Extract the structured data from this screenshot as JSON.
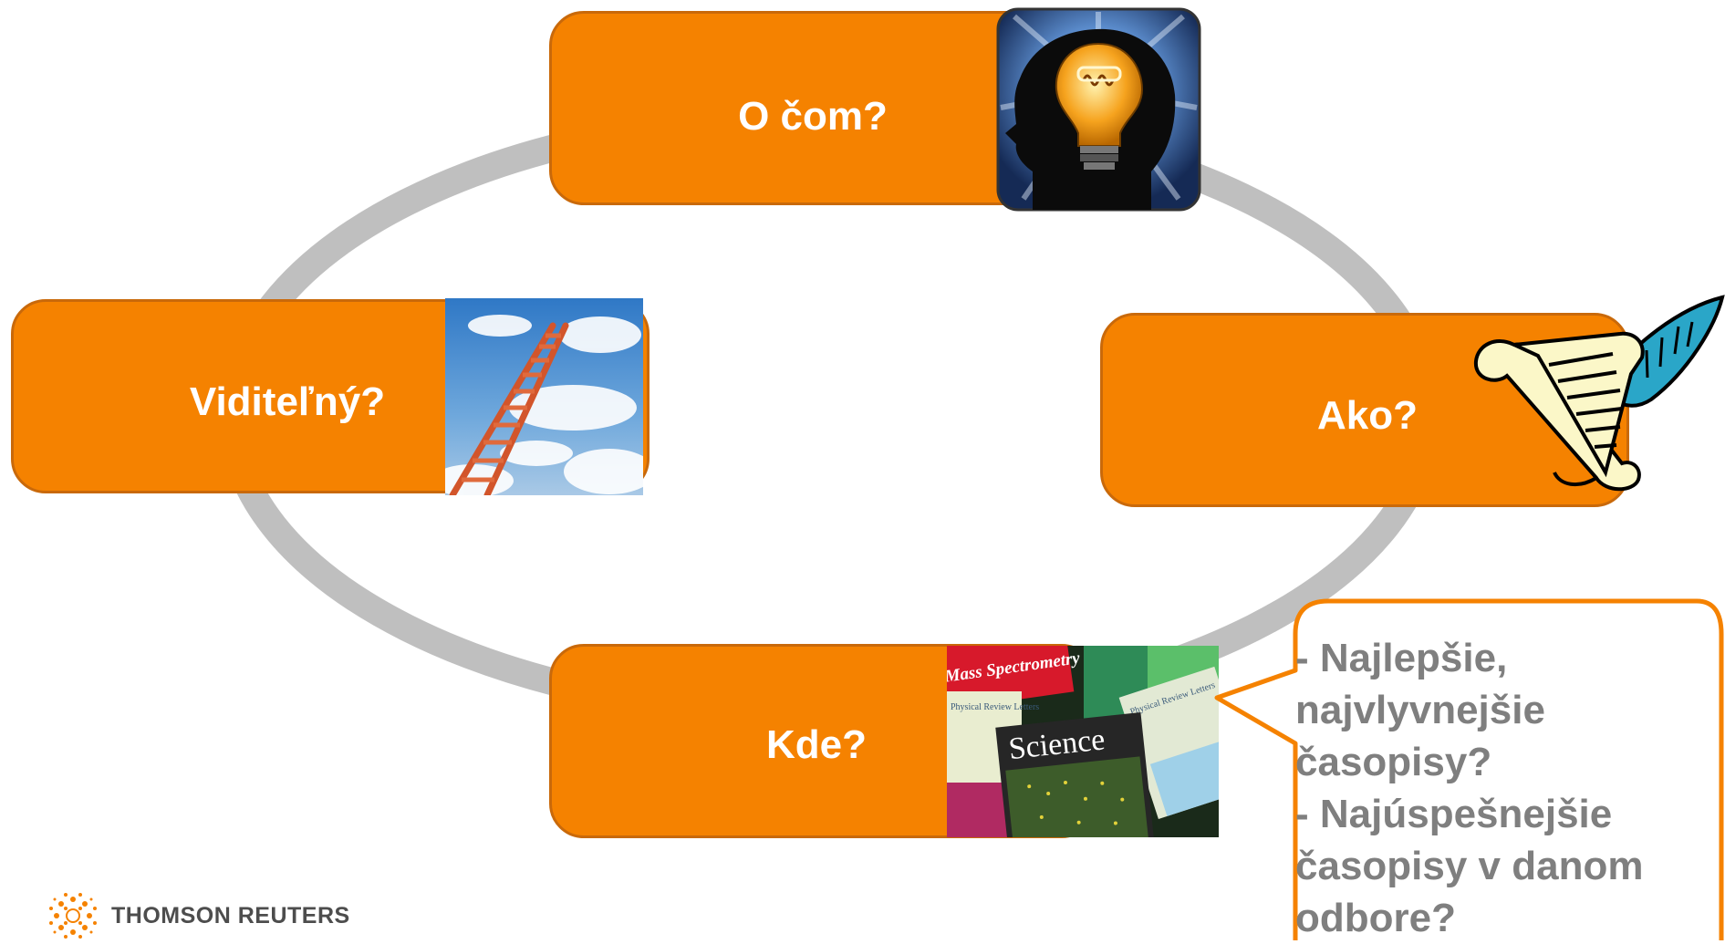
{
  "steps": {
    "o_com": "O čom?",
    "viditelny": "Viditeľný?",
    "ako": "Ako?",
    "kde": "Kde?"
  },
  "callout": {
    "lines": [
      "- Najlepšie,",
      "najvlyvnejšie",
      "časopisy?",
      "- Najúspešnejšie",
      "časopisy v danom",
      "odbore?"
    ]
  },
  "journals": {
    "mass_spec": "Mass Spectrometry",
    "prl_1": "Physical Review Letters",
    "prl_2": "Physical Review Letters",
    "science": "Science"
  },
  "logo": {
    "text": "THOMSON REUTERS"
  },
  "colors": {
    "box": "#f58200",
    "box_border": "#c9690a",
    "ring": "#bfbfbf",
    "callout_border": "#f58200",
    "callout_text": "#7f7f7f"
  }
}
